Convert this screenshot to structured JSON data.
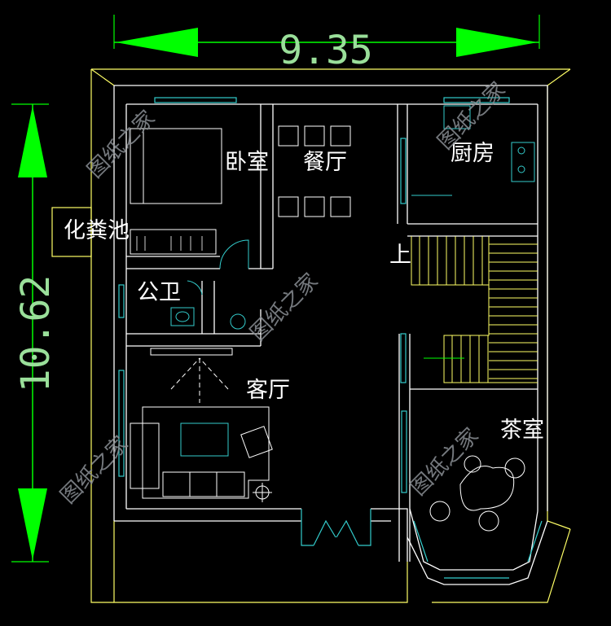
{
  "dimensions": {
    "width_label": "9.35",
    "height_label": "10.62"
  },
  "rooms": {
    "bedroom": "卧室",
    "dining": "餐厅",
    "kitchen": "厨房",
    "septic_tank": "化粪池",
    "public_bath": "公卫",
    "stairs_up": "上",
    "living_room": "客厅",
    "tea_room": "茶室"
  },
  "watermark": "图纸之家",
  "colors": {
    "background": "#000000",
    "wall": "#ffffff",
    "outline": "#ffff66",
    "window": "#33cccc",
    "dimension_arrow": "#00ff00",
    "dimension_text": "#9adf9a",
    "watermark": "#8a8f94"
  }
}
